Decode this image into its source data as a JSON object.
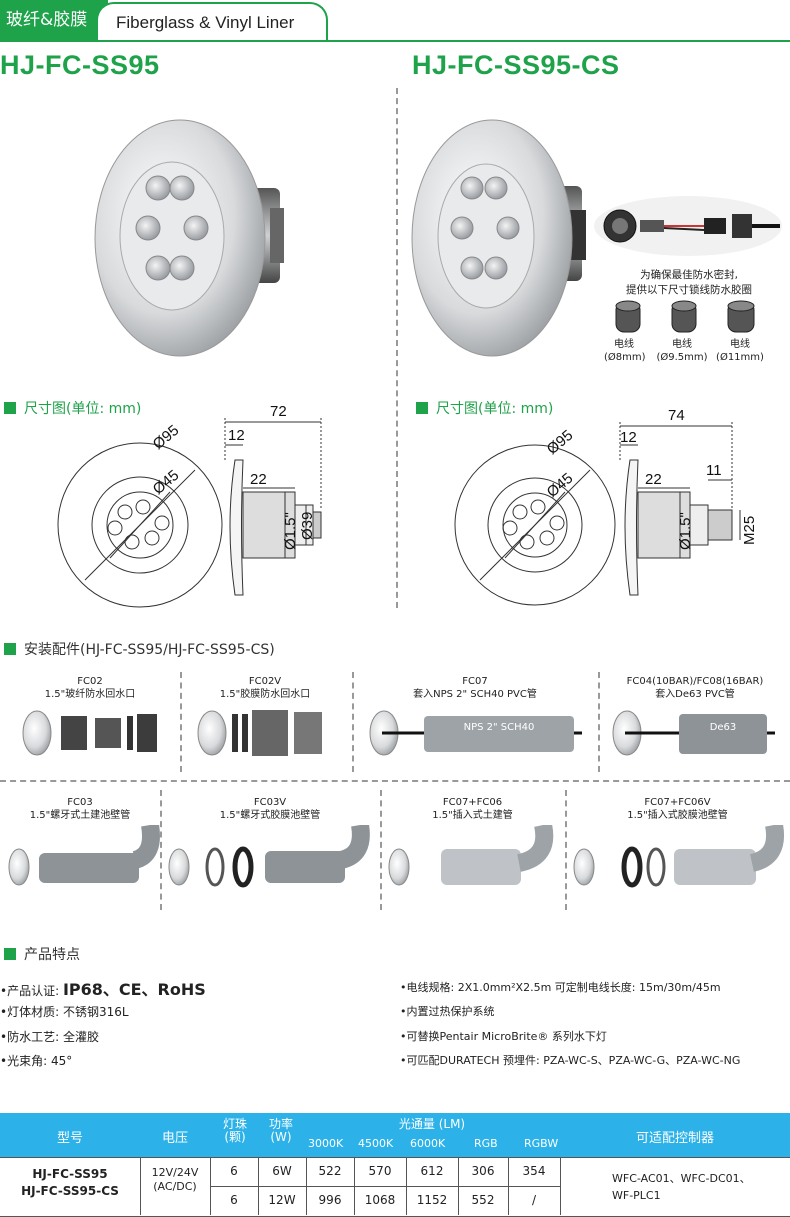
{
  "header": {
    "tab_cn": "玻纤&胶膜",
    "tab_en": "Fiberglass & Vinyl Liner"
  },
  "models": {
    "left": "HJ-FC-SS95",
    "right": "HJ-FC-SS95-CS"
  },
  "seal_note": {
    "line1": "为确保最佳防水密封,",
    "line2": "提供以下尺寸锁线防水胶圈",
    "glands": [
      {
        "label": "电线",
        "size": "(Ø8mm)"
      },
      {
        "label": "电线",
        "size": "(Ø9.5mm)"
      },
      {
        "label": "电线",
        "size": "(Ø11mm)"
      }
    ]
  },
  "dimension_section": {
    "title": "尺寸图(单位: mm)"
  },
  "dims_left": {
    "d95": "Ø95",
    "d45": "Ø45",
    "len": "72",
    "flange": "12",
    "thread": "22",
    "pipe": "Ø1.5\"",
    "d39": "Ø39"
  },
  "dims_right": {
    "d95": "Ø95",
    "d45": "Ø45",
    "len": "74",
    "flange": "12",
    "thread": "22",
    "pipe": "Ø1.5\"",
    "small": "11",
    "m25": "M25"
  },
  "accessories": {
    "title": "安装配件(HJ-FC-SS95/HJ-FC-SS95-CS)",
    "row1": [
      {
        "code": "FC02",
        "desc": "1.5\"玻纤防水回水口"
      },
      {
        "code": "FC02V",
        "desc": "1.5\"胶膜防水回水口"
      },
      {
        "code": "FC07",
        "desc": "套入NPS 2\" SCH40 PVC管",
        "pipe": "NPS 2\" SCH40"
      },
      {
        "code": "FC04(10BAR)/FC08(16BAR)",
        "desc": "套入De63 PVC管",
        "pipe": "De63"
      }
    ],
    "row2": [
      {
        "code": "FC03",
        "desc": "1.5\"螺牙式土建池壁管"
      },
      {
        "code": "FC03V",
        "desc": "1.5\"螺牙式胶膜池壁管"
      },
      {
        "code": "FC07+FC06",
        "desc": "1.5\"插入式土建管"
      },
      {
        "code": "FC07+FC06V",
        "desc": "1.5\"插入式胶膜池壁管"
      }
    ]
  },
  "features": {
    "title": "产品特点",
    "left": [
      {
        "label": "•产品认证: ",
        "value": "IP68、CE、RoHS"
      },
      {
        "label": "•灯体材质: ",
        "value": "不锈钢316L"
      },
      {
        "label": "•防水工艺: ",
        "value": "全灌胶"
      },
      {
        "label": "•光束角: ",
        "value": "45°"
      }
    ],
    "right": [
      "•电线规格: 2X1.0mm²X2.5m  可定制电线长度: 15m/30m/45m",
      "•内置过热保护系统",
      "•可替换Pentair MicroBrite® 系列水下灯",
      "•可匹配DURATECH 预埋件: PZA-WC-S、PZA-WC-G、PZA-WC-NG"
    ]
  },
  "table": {
    "headers": {
      "model": "型号",
      "voltage": "电压",
      "leds": "灯珠\n(颗)",
      "power": "功率\n(W)",
      "lumens": "光通量 (LM)",
      "controller": "可适配控制器"
    },
    "lumen_cols": [
      "3000K",
      "4500K",
      "6000K",
      "RGB",
      "RGBW"
    ],
    "models": [
      "HJ-FC-SS95",
      "HJ-FC-SS95-CS"
    ],
    "voltage": "12V/24V\n(AC/DC)",
    "rows": [
      {
        "leds": "6",
        "power": "6W",
        "lm": [
          "522",
          "570",
          "612",
          "306",
          "354"
        ]
      },
      {
        "leds": "6",
        "power": "12W",
        "lm": [
          "996",
          "1068",
          "1152",
          "552",
          "/"
        ]
      }
    ],
    "controllers": "WFC-AC01、WFC-DC01、\nWF-PLC1"
  }
}
